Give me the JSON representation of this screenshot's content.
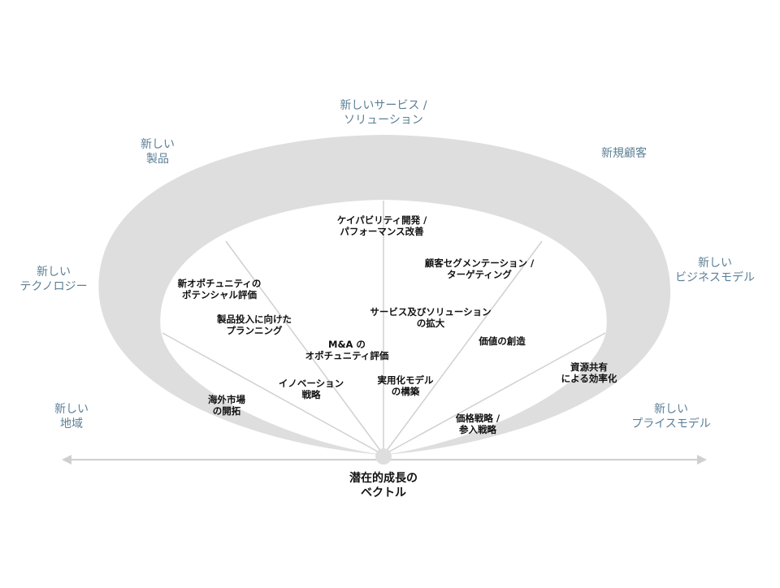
{
  "colors": {
    "ring": "#dedede",
    "rays": "#d0d0d0",
    "axis": "#cfcfcf",
    "outer_text": "#5b7f95",
    "inner_text": "#111111"
  },
  "outer_labels": [
    {
      "id": "new-services",
      "lines": [
        "新しいサービス /",
        "ソリューション"
      ]
    },
    {
      "id": "new-products",
      "lines": [
        "新しい",
        "製品"
      ]
    },
    {
      "id": "new-customers",
      "lines": [
        "新規顧客"
      ]
    },
    {
      "id": "new-technology",
      "lines": [
        "新しい",
        "テクノロジー"
      ]
    },
    {
      "id": "new-business-model",
      "lines": [
        "新しい",
        "ビジネスモデル"
      ]
    },
    {
      "id": "new-regions",
      "lines": [
        "新しい",
        "地域"
      ]
    },
    {
      "id": "new-price-model",
      "lines": [
        "新しい",
        "プライスモデル"
      ]
    }
  ],
  "inner_labels": [
    {
      "id": "capability-dev",
      "lines": [
        "ケイパビリティ開発 /",
        "パフォーマンス改善"
      ]
    },
    {
      "id": "segmentation",
      "lines": [
        "顧客セグメンテーション /",
        "ターゲティング"
      ]
    },
    {
      "id": "opportunity-eval",
      "lines": [
        "新オポチュニティの",
        "ポテンシャル評価"
      ]
    },
    {
      "id": "service-expansion",
      "lines": [
        "サービス及びソリューション",
        "の拡大"
      ]
    },
    {
      "id": "launch-planning",
      "lines": [
        "製品投入に向けた",
        "プランニング"
      ]
    },
    {
      "id": "value-creation",
      "lines": [
        "価値の創造"
      ]
    },
    {
      "id": "ma-evaluation",
      "lines": [
        "M&A の",
        "オポチュニティ評価"
      ]
    },
    {
      "id": "resource-sharing",
      "lines": [
        "資源共有",
        "による効率化"
      ]
    },
    {
      "id": "innovation-strategy",
      "lines": [
        "イノベーション",
        "戦略"
      ]
    },
    {
      "id": "practical-model",
      "lines": [
        "実用化モデル",
        "の構築"
      ]
    },
    {
      "id": "overseas-market",
      "lines": [
        "海外市場",
        "の開拓"
      ]
    },
    {
      "id": "pricing-strategy",
      "lines": [
        "価格戦略 /",
        "参入戦略"
      ]
    }
  ],
  "center_label": {
    "lines": [
      "潜在的成長の",
      "ベクトル"
    ]
  }
}
